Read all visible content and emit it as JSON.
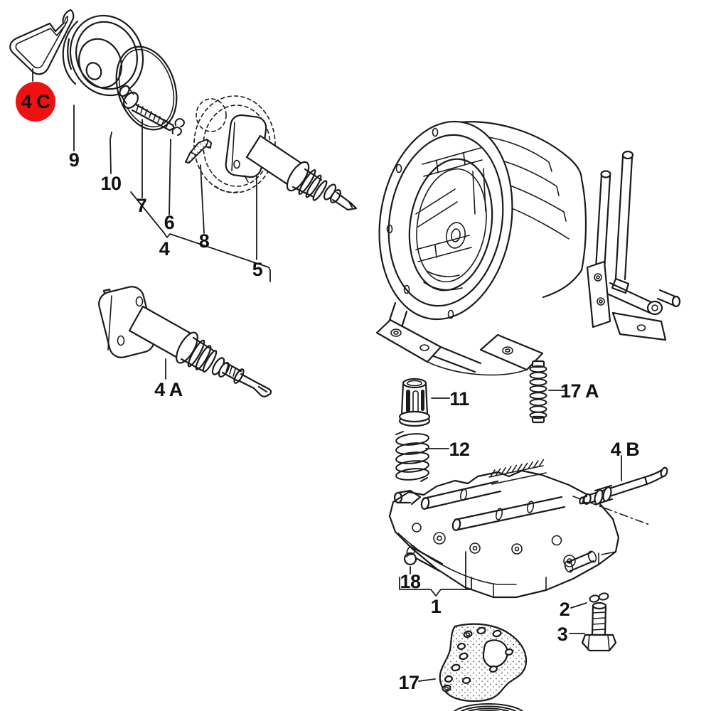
{
  "colors": {
    "background": "#ffffff",
    "line": "#1b1b1b",
    "highlight": "#ee1111",
    "label_text": "#111111"
  },
  "labels": [
    {
      "text": "4 C"
    },
    {
      "text": "9"
    },
    {
      "text": "10"
    },
    {
      "text": "7"
    },
    {
      "text": "6"
    },
    {
      "text": "8"
    },
    {
      "text": "4"
    },
    {
      "text": "5"
    },
    {
      "text": "4 A"
    },
    {
      "text": "11"
    },
    {
      "text": "12"
    },
    {
      "text": "17 A"
    },
    {
      "text": "4 B"
    },
    {
      "text": "18"
    },
    {
      "text": "1"
    },
    {
      "text": "2"
    },
    {
      "text": "3"
    },
    {
      "text": "17"
    }
  ]
}
